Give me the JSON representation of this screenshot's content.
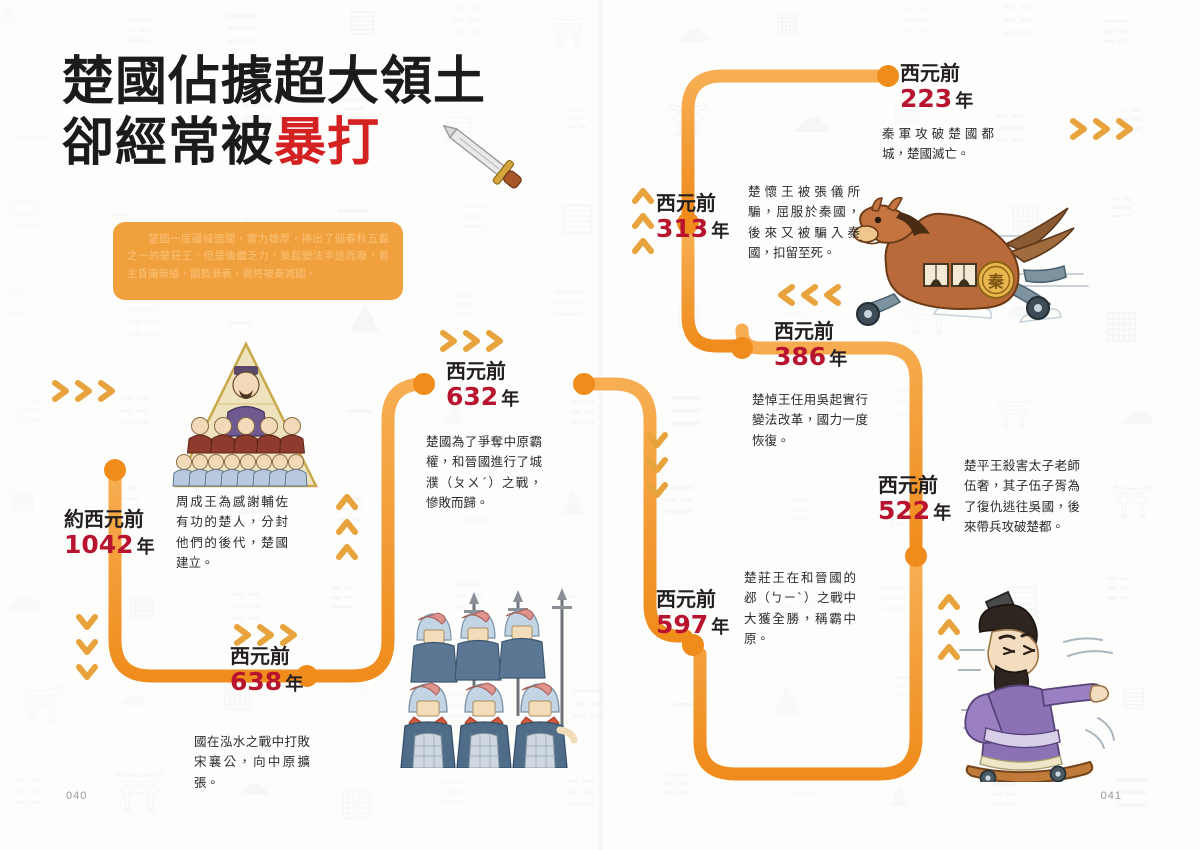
{
  "page": {
    "title_line1_plain": "楚國佔據超大領土",
    "title_line2_plain": "卻經常被",
    "title_line2_highlight": "暴打",
    "intro_paragraph": "楚國一度疆域遼闊，實力雄厚，捧出了個春秋五霸之一的楚莊王，但是後繼乏力，吳起變法半途而廢，君主昏庸無道，國勢漸衰，最終被秦滅國。",
    "folio_left": "040",
    "folio_right": "041"
  },
  "colors": {
    "accent_orange": "#f0932b",
    "accent_orange_light": "#f6ab4a",
    "year_red": "#b8132f",
    "title_red": "#d42222",
    "ink": "#231f20",
    "card_bg": "#f0a03c",
    "card_text": "#fbc278",
    "watermark": "#cfd6dc"
  },
  "timeline": [
    {
      "id": "event-1042",
      "era_label": "約西元前",
      "year": "1042",
      "year_suffix": "年",
      "description": "周成王為感謝輔佐有功的楚人，分封他們的後代，楚國建立。"
    },
    {
      "id": "event-638",
      "era_label": "西元前",
      "year": "638",
      "year_suffix": "年",
      "description": "國在泓水之戰中打敗宋襄公，向中原擴張。"
    },
    {
      "id": "event-632",
      "era_label": "西元前",
      "year": "632",
      "year_suffix": "年",
      "description": "楚國為了爭奪中原霸權，和晉國進行了城濮（ㄆㄨˊ）之戰，慘敗而歸。"
    },
    {
      "id": "event-597",
      "era_label": "西元前",
      "year": "597",
      "year_suffix": "年",
      "description": "楚莊王在和晉國的邲（ㄅㄧˋ）之戰中大獲全勝，稱霸中原。"
    },
    {
      "id": "event-522",
      "era_label": "西元前",
      "year": "522",
      "year_suffix": "年",
      "description": "楚平王殺害太子老師伍奢，其子伍子胥為了復仇逃往吳國，後來帶兵攻破楚都。"
    },
    {
      "id": "event-386",
      "era_label": "西元前",
      "year": "386",
      "year_suffix": "年",
      "description": "楚悼王任用吳起實行變法改革，國力一度恢復。"
    },
    {
      "id": "event-313",
      "era_label": "西元前",
      "year": "313",
      "year_suffix": "年",
      "description": "楚懷王被張儀所騙，屈服於秦國，後來又被騙入秦國，扣留至死。"
    },
    {
      "id": "event-223",
      "era_label": "西元前",
      "year": "223",
      "year_suffix": "年",
      "description": "秦軍攻破楚國都城，楚國滅亡。"
    }
  ],
  "illustrations": [
    {
      "id": "social-pyramid",
      "name": "feudal-hierarchy-pyramid"
    },
    {
      "id": "soldiers",
      "name": "armored-spearmen-formation"
    },
    {
      "id": "trojan-horse",
      "name": "qin-wheeled-horse"
    },
    {
      "id": "skateboard-noble",
      "name": "fleeing-noble-on-skateboard"
    }
  ],
  "decorations": {
    "sword": "sword-icon",
    "chevron_right": "chevron-right-icon",
    "chevron_left": "chevron-left-icon",
    "chevron_down": "chevron-down-icon",
    "chevron_up": "chevron-up-icon",
    "horse_seal_char": "秦"
  }
}
